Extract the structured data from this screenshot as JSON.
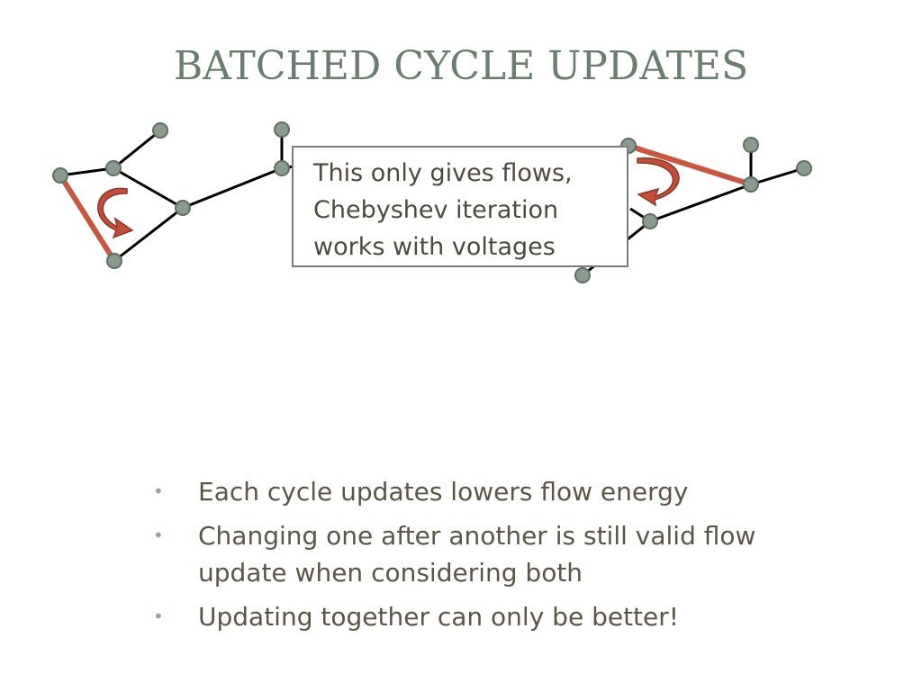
{
  "title": "BATCHED CYCLE UPDATES",
  "callout": {
    "lines": [
      "This only gives flows,",
      "Chebyshev iteration",
      "works with voltages"
    ]
  },
  "bullets": [
    "Each cycle updates lowers flow energy",
    "Changing one after another is still valid flow update when considering both",
    "Updating together can only be better!"
  ],
  "colors": {
    "title": "#6b7d6e",
    "node_fill": "#8a9a8f",
    "node_stroke": "#5f6f64",
    "edge": "#000000",
    "cycle_edge": "#c9563f",
    "arrow": "#c24e3a"
  },
  "icons": [
    "rotate-arrow-icon",
    "rotate-arrow-icon"
  ]
}
